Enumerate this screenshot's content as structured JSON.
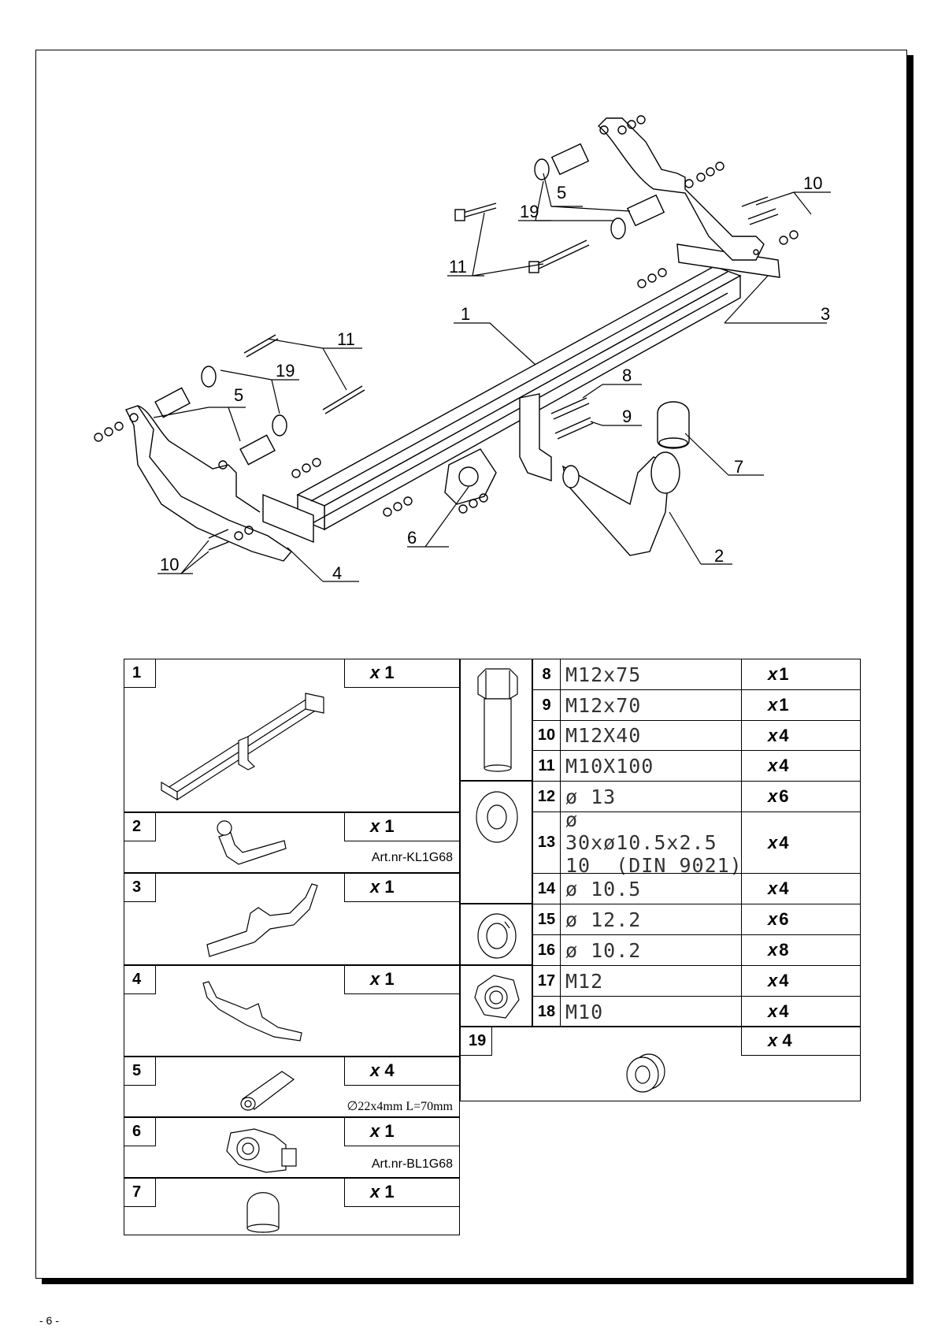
{
  "page_number": "- 6 -",
  "diagram_labels": {
    "l1": "1",
    "l2": "2",
    "l3": "3",
    "l4": "4",
    "l5a": "5",
    "l5b": "5",
    "l6": "6",
    "l7": "7",
    "l8": "8",
    "l9": "9",
    "l10a": "10",
    "l10b": "10",
    "l11a": "11",
    "l11b": "11",
    "l19a": "19",
    "l19b": "19"
  },
  "parts_left": [
    {
      "num": "1",
      "qty_x": "x",
      "qty": "1",
      "art": ""
    },
    {
      "num": "2",
      "qty_x": "x",
      "qty": "1",
      "art": "Art.nr-KL1G68"
    },
    {
      "num": "3",
      "qty_x": "x",
      "qty": "1",
      "art": ""
    },
    {
      "num": "4",
      "qty_x": "x",
      "qty": "1",
      "art": ""
    },
    {
      "num": "5",
      "qty_x": "x",
      "qty": "4",
      "art": "∅22x4mm L=70mm"
    },
    {
      "num": "6",
      "qty_x": "x",
      "qty": "1",
      "art": "Art.nr-BL1G68"
    },
    {
      "num": "7",
      "qty_x": "x",
      "qty": "1",
      "art": ""
    }
  ],
  "parts_right": [
    {
      "num": "8",
      "spec": "M12x75",
      "spec2": "",
      "qty_x": "x",
      "qty": "1"
    },
    {
      "num": "9",
      "spec": "M12x70",
      "spec2": "",
      "qty_x": "x",
      "qty": "1"
    },
    {
      "num": "10",
      "spec": "M12X40",
      "spec2": "",
      "qty_x": "x",
      "qty": "4"
    },
    {
      "num": "11",
      "spec": "M10X100",
      "spec2": "",
      "qty_x": "x",
      "qty": "4"
    },
    {
      "num": "12",
      "spec": "ø 13",
      "spec2": "",
      "qty_x": "x",
      "qty": "6"
    },
    {
      "num": "13",
      "spec": "ø 30xø10.5x2.5",
      "spec2": "10  (DIN 9021)",
      "qty_x": "x",
      "qty": "4"
    },
    {
      "num": "14",
      "spec": "ø 10.5",
      "spec2": "",
      "qty_x": "x",
      "qty": "4"
    },
    {
      "num": "15",
      "spec": "ø 12.2",
      "spec2": "",
      "qty_x": "x",
      "qty": "6"
    },
    {
      "num": "16",
      "spec": "ø 10.2",
      "spec2": "",
      "qty_x": "x",
      "qty": "8"
    },
    {
      "num": "17",
      "spec": "M12",
      "spec2": "",
      "qty_x": "x",
      "qty": "4"
    },
    {
      "num": "18",
      "spec": "M10",
      "spec2": "",
      "qty_x": "x",
      "qty": "4"
    }
  ],
  "part19": {
    "num": "19",
    "qty_x": "x",
    "qty": "4"
  }
}
